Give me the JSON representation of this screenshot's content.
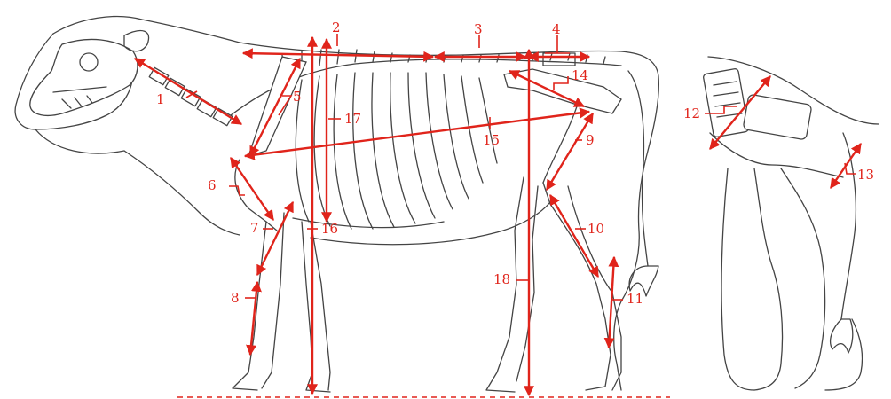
{
  "colors": {
    "measure": "#e0241b",
    "outline": "#444444",
    "background": "#ffffff"
  },
  "labels": [
    {
      "id": "1",
      "text": "1"
    },
    {
      "id": "2",
      "text": "2"
    },
    {
      "id": "3",
      "text": "3"
    },
    {
      "id": "4",
      "text": "4"
    },
    {
      "id": "5",
      "text": "5"
    },
    {
      "id": "6",
      "text": "6"
    },
    {
      "id": "7",
      "text": "7"
    },
    {
      "id": "8",
      "text": "8"
    },
    {
      "id": "9",
      "text": "9"
    },
    {
      "id": "10",
      "text": "10"
    },
    {
      "id": "11",
      "text": "11"
    },
    {
      "id": "12",
      "text": "12"
    },
    {
      "id": "13",
      "text": "13"
    },
    {
      "id": "14",
      "text": "14"
    },
    {
      "id": "15",
      "text": "15"
    },
    {
      "id": "16",
      "text": "16"
    },
    {
      "id": "17",
      "text": "17"
    },
    {
      "id": "18",
      "text": "18"
    }
  ]
}
